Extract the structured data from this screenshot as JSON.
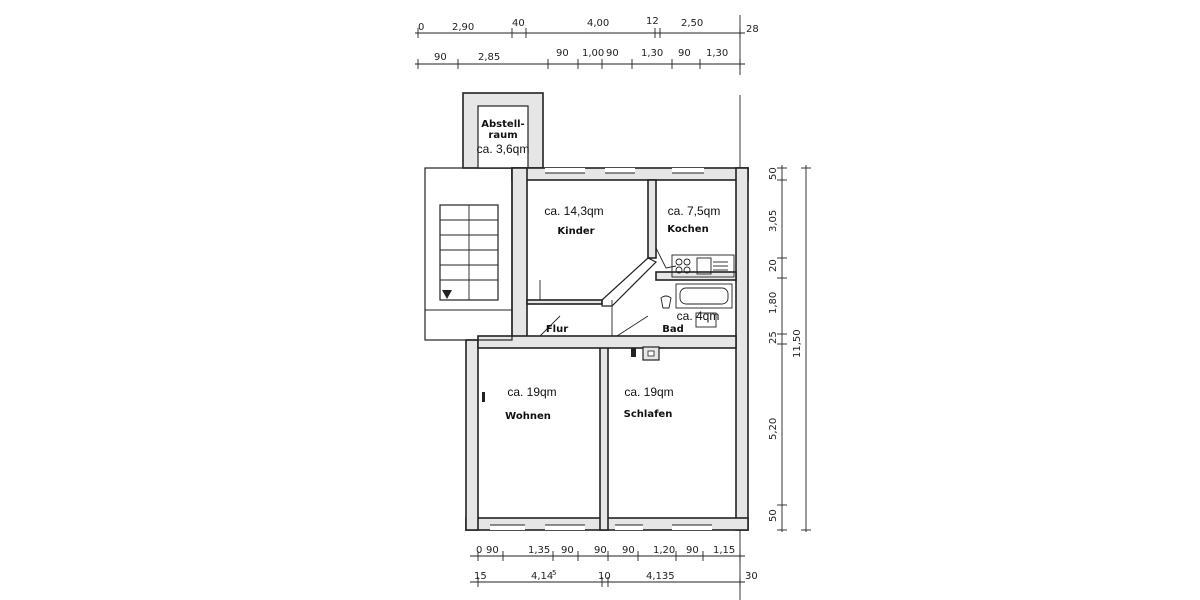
{
  "top_dims_row1": [
    "0",
    "2,90",
    "40",
    "4,00",
    "12",
    "2,50",
    "28"
  ],
  "top_dims_row2": [
    "90",
    "2,85",
    "90",
    "1,00",
    "90",
    "1,30",
    "90",
    "1,30"
  ],
  "bottom_dims_row1": [
    "0",
    "90",
    "1,35",
    "90",
    "90",
    "90",
    "1,20",
    "90",
    "1,15"
  ],
  "bottom_dims_row2": [
    "15",
    "4,14",
    "5",
    "10",
    "4,135",
    "30"
  ],
  "right_dims": [
    "50",
    "3,05",
    "20",
    "1,80",
    "25",
    "5,20",
    "50"
  ],
  "right_total": "11,50",
  "rooms": {
    "abstell": {
      "name_line1": "Abstell-",
      "name_line2": "raum",
      "area": "ca. 3,6qm"
    },
    "kinder": {
      "name": "Kinder",
      "area": "ca. 14,3qm"
    },
    "kochen": {
      "name": "Kochen",
      "area": "ca. 7,5qm"
    },
    "bad": {
      "name": "Bad",
      "area": "ca. 4qm"
    },
    "flur": {
      "name": "Flur"
    },
    "wohnen": {
      "name": "Wohnen",
      "area": "ca. 19qm"
    },
    "schlafen": {
      "name": "Schlafen",
      "area": "ca. 19qm"
    }
  }
}
